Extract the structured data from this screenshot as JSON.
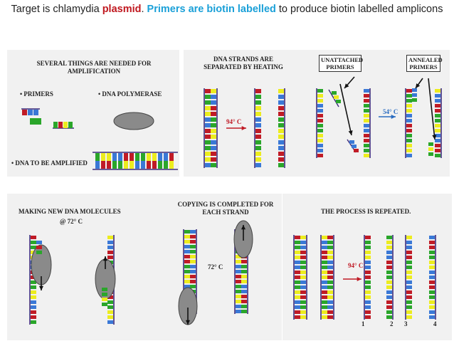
{
  "heading": {
    "part1": "Target is chlamydia ",
    "plasmid": "plasmid",
    "part2": ". ",
    "primers": "Primers are biotin labelled",
    "part3": " to produce biotin labelled amplicons"
  },
  "colors": {
    "red": "#c01b26",
    "blue": "#3a78d6",
    "yellow": "#ecec1e",
    "green": "#2aa62a",
    "backbone": "#3b2a7a",
    "heading_red": "#c0181f",
    "heading_blue": "#1aa0d8"
  },
  "panel_needs": {
    "title": "SEVERAL THINGS ARE NEEDED FOR AMPLIFICATION",
    "primers": "• PRIMERS",
    "polymerase": "• DNA POLYMERASE",
    "dna": "• DNA TO BE AMPLIFIED"
  },
  "panel_sep": {
    "title": "DNA STRANDS ARE SEPARATED BY HEATING",
    "temp": "94° C",
    "unattached": "UNATTACHED PRIMERS",
    "annealed": "ANNEALED PRIMERS",
    "temp2": "54° C"
  },
  "panel_new": {
    "title": "MAKING NEW DNA MOLECULES",
    "temp": "@ 72° C"
  },
  "panel_copy": {
    "title": "COPYING IS COMPLETED FOR EACH STRAND",
    "temp": "72° C"
  },
  "panel_rep": {
    "title": "THE PROCESS IS REPEATED.",
    "temp": "94° C",
    "labels": [
      "1",
      "2",
      "3",
      "4"
    ]
  }
}
